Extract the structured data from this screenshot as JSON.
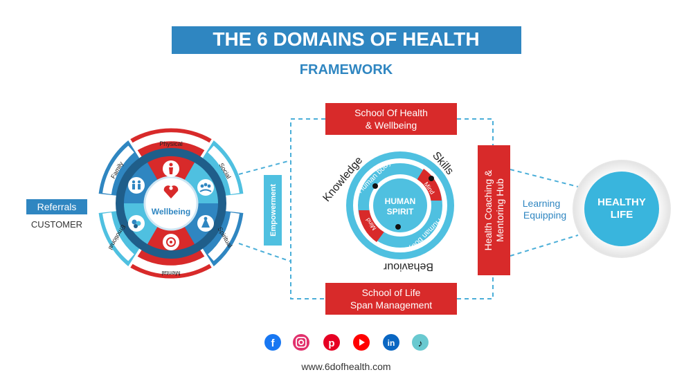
{
  "header": {
    "title": "THE 6 DOMAINS OF HEALTH",
    "subtitle": "FRAMEWORK"
  },
  "left": {
    "referrals": "Referrals",
    "customer": "CUSTOMER",
    "center_label": "Wellbeing",
    "domains": [
      "Physical",
      "Social",
      "Spiritual",
      "Mental",
      "Emotional",
      "Family"
    ]
  },
  "empowerment": "Empowerment",
  "schools": {
    "top_line1": "School Of Health",
    "top_line2": "& Wellbeing",
    "bottom_line1": "School of Life",
    "bottom_line2": "Span Management"
  },
  "center": {
    "knowledge": "Knowledge",
    "skills": "Skills",
    "behaviour": "Behaviour",
    "human_body": "Human body",
    "mind": "Mind",
    "human_spirit_line1": "HUMAN",
    "human_spirit_line2": "SPIRIT"
  },
  "hub": {
    "line1": "Health Coaching &",
    "line2": "Mentoring Hub"
  },
  "right": {
    "learning": "Learning",
    "equipping": "Equipping",
    "healthy_line1": "HEALTHY",
    "healthy_line2": "LIFE"
  },
  "social": {
    "icons": [
      "facebook-icon",
      "instagram-icon",
      "pinterest-icon",
      "youtube-icon",
      "linkedin-icon",
      "tiktok-icon"
    ],
    "colors": [
      "#1877f2",
      "#e1306c",
      "#e60023",
      "#ff0000",
      "#0a66c2",
      "#69c9d0"
    ],
    "website": "www.6dofhealth.com"
  },
  "colors": {
    "blue": "#2f86c1",
    "light_blue": "#4fc0e0",
    "red": "#d82a2a",
    "navy": "#1f5e8a"
  }
}
